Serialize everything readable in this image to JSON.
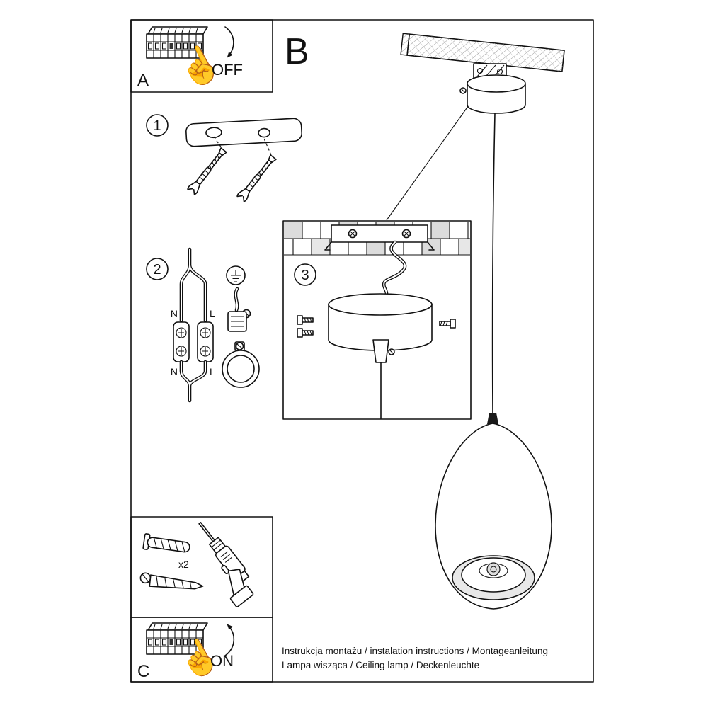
{
  "colors": {
    "ink": "#111111",
    "paper": "#ffffff",
    "tile_gray": "#dcdcdc"
  },
  "panels": {
    "a": {
      "label": "A",
      "action": "OFF"
    },
    "b": {
      "label": "B"
    },
    "c": {
      "label": "C",
      "action": "ON"
    }
  },
  "steps": {
    "one": "1",
    "two": "2",
    "three": "3"
  },
  "wiring": {
    "neutral_top": "N",
    "live_top": "L",
    "neutral_bottom": "N",
    "live_bottom": "L"
  },
  "hardware": {
    "anchor_qty": "x2"
  },
  "icons": {
    "hand": "☝"
  },
  "footer": {
    "line1": "Instrukcja montażu / instalation instructions / Montageanleitung",
    "line2": "Lampa wisząca / Ceiling lamp / Deckenleuchte"
  }
}
